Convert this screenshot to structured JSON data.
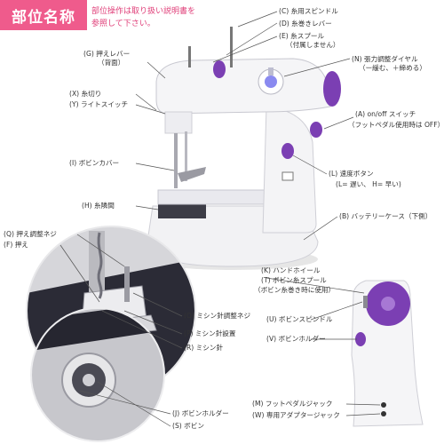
{
  "header": {
    "title": "部位名称",
    "note_line1": "部位操作は取り扱い説明書を",
    "note_line2": "参照して下さい。"
  },
  "colors": {
    "accent": "#ef5b8c",
    "purple": "#7b3fb3",
    "line": "#555555"
  },
  "labels": {
    "C": "(C) 糸用スピンドル",
    "D": "(D) 糸巻きレバー",
    "E": "(E) 糸スプール",
    "E_sub": "（付属しません）",
    "G": "(G) 押えレバー",
    "G_sub": "（背面）",
    "N": "(N) 張力調整ダイヤル",
    "N_sub": "（ー緩む、＋締める）",
    "X": "(X) 糸切り",
    "Y": "(Y) ライトスイッチ",
    "A": "(A) on/off スイッチ",
    "A_sub": "（フットペダル使用時は OFF）",
    "I": "(I) ボビンカバー",
    "L": "(L) 速度ボタン",
    "L_sub": "(L= 遅い、 H= 早い)",
    "H": "(H) 糸隣間",
    "B": "(B) バッテリーケース（下側）",
    "Q": "(Q) 押え調整ネジ",
    "F": "(F) 押え",
    "K": "(K) ハンドホイール",
    "T": "(T) ボビン糸スプール",
    "T_sub": "（ボビン糸巻き時に使用）",
    "O": "(O) ミシン針調整ネジ",
    "P": "(P) ミシン針設置",
    "R": "(R) ミシン針",
    "U": "(U) ボビンスピンドル",
    "V": "(V) ボビンホルダー",
    "J": "(J) ボビンホルダー",
    "S": "(S) ボビン",
    "M": "(M) フットペダルジャック",
    "W": "(W) 専用アダプタージャック"
  }
}
